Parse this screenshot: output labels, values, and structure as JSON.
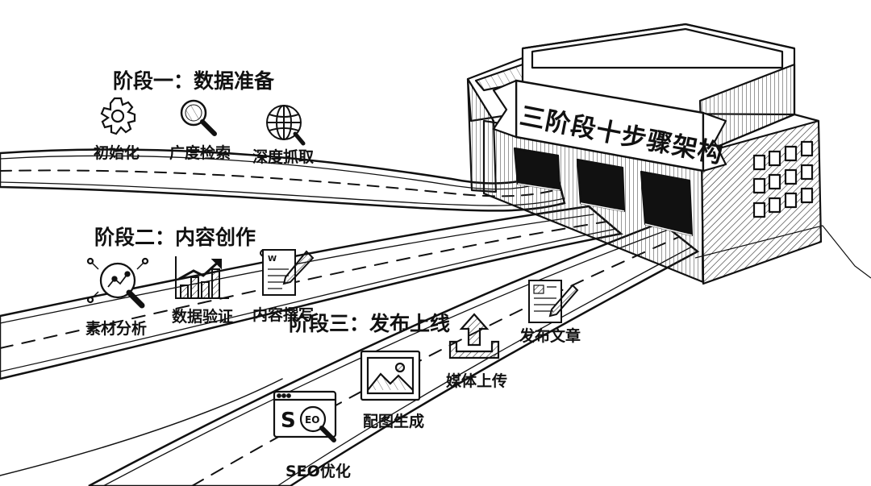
{
  "diagram": {
    "building_sign": "三阶段十步骤架构",
    "phases": [
      {
        "title": "阶段一：数据准备",
        "steps": [
          {
            "label": "初始化",
            "icon": "gear-icon"
          },
          {
            "label": "广度检索",
            "icon": "magnifier-icon"
          },
          {
            "label": "深度抓取",
            "icon": "globe-icon"
          }
        ]
      },
      {
        "title": "阶段二：内容创作",
        "steps": [
          {
            "label": "素材分析",
            "icon": "analysis-magnifier-icon"
          },
          {
            "label": "数据验证",
            "icon": "bar-chart-trend-icon"
          },
          {
            "label": "内容撰写",
            "icon": "document-pen-icon"
          }
        ]
      },
      {
        "title": "阶段三：发布上线",
        "steps": [
          {
            "label": "SEO优化",
            "icon": "seo-browser-icon"
          },
          {
            "label": "配图生成",
            "icon": "picture-icon"
          },
          {
            "label": "媒体上传",
            "icon": "upload-tray-icon"
          },
          {
            "label": "发布文章",
            "icon": "article-pen-icon"
          }
        ]
      }
    ],
    "ink_color": "#111111",
    "paper_color": "#ffffff"
  }
}
